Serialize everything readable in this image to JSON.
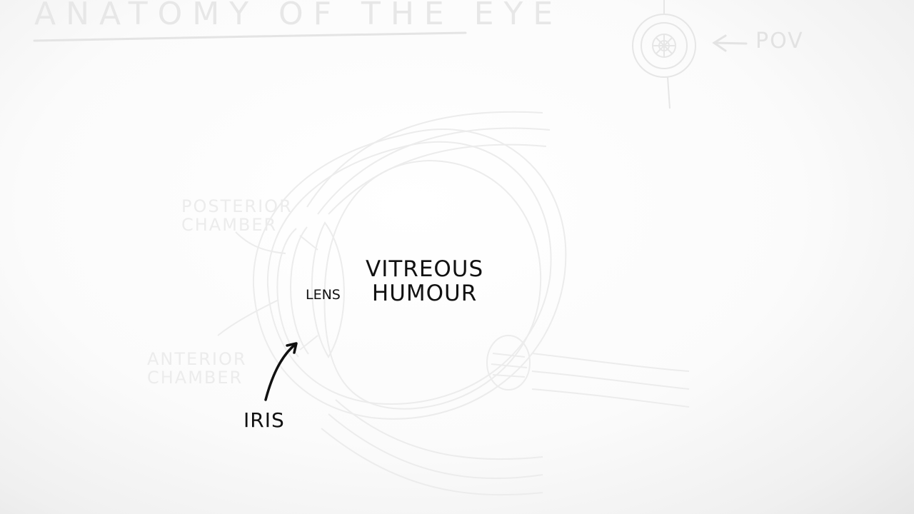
{
  "title": "Anatomy of the eye",
  "pov_label": "POV",
  "labels": {
    "posterior_chamber": "Posterior\nchamber",
    "anterior_chamber": "Anterior\nchamber",
    "vitreous_humour": "Vitreous\nhumour",
    "lens": "Lens",
    "iris": "Iris"
  },
  "colors": {
    "ink": "#111111",
    "faint_sketch": "#e2e2e2",
    "background": "#ffffff"
  }
}
